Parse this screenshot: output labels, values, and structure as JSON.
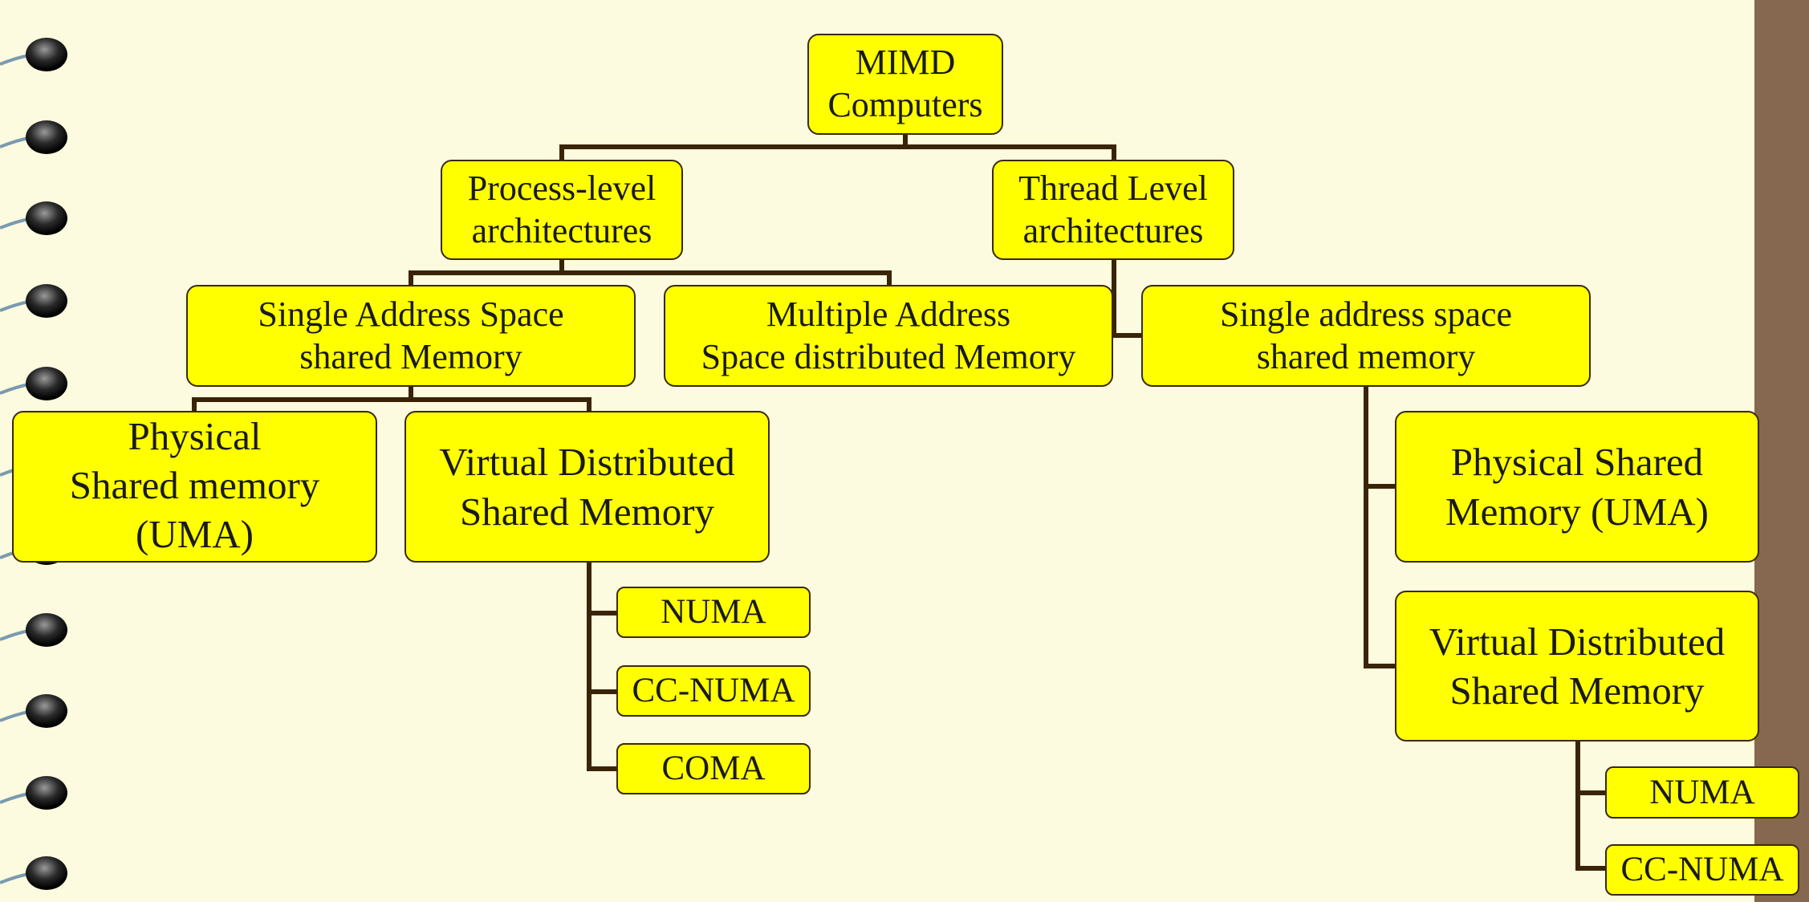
{
  "diagram": {
    "nodes": {
      "root": "MIMD\nComputers",
      "process_level": "Process-level\narchitectures",
      "thread_level": "Thread Level\narchitectures",
      "single_address_space": "Single Address Space\nshared Memory",
      "multiple_address_space": "Multiple Address\nSpace distributed Memory",
      "thread_single_address": "Single address space\nshared memory",
      "physical_shared_left": "Physical\nShared memory\n(UMA)",
      "virtual_distributed_left": "Virtual Distributed\nShared Memory",
      "numa_left": "NUMA",
      "ccnuma_left": "CC-NUMA",
      "coma_left": "COMA",
      "physical_shared_right": "Physical Shared\nMemory (UMA)",
      "virtual_distributed_right": "Virtual Distributed\nShared Memory",
      "numa_right": "NUMA",
      "ccnuma_right": "CC-NUMA"
    }
  },
  "colors": {
    "background": "#fcfbdf",
    "node_fill": "#ffff00",
    "connector": "#3a2408",
    "right_bar": "#85684f"
  }
}
